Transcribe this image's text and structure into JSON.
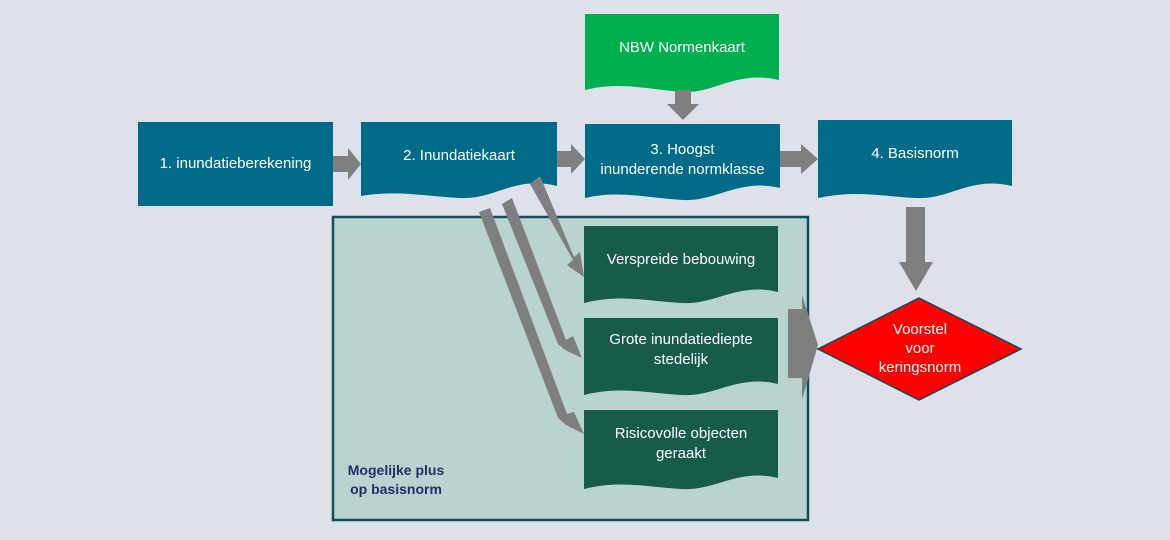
{
  "nodes": {
    "normenkaart": "NBW Normenkaart",
    "step1": "1. inundatieberekening",
    "step2": "2. Inundatiekaart",
    "step3_line1": "3. Hoogst",
    "step3_line2": "inunderende normklasse",
    "step4": "4. Basisnorm",
    "verspreide": "Verspreide bebouwing",
    "grote_line1": "Grote inundatiediepte",
    "grote_line2": "stedelijk",
    "risico_line1": "Risicovolle objecten",
    "risico_line2": "geraakt",
    "voorstel_line1": "Voorstel",
    "voorstel_line2": "voor",
    "voorstel_line3": "keringsnorm"
  },
  "group": {
    "label_line1": "Mogelijke plus",
    "label_line2": "op basisnorm"
  },
  "colors": {
    "background": "#dee1e9",
    "process_blue": "#006b88",
    "source_green": "#00b050",
    "criteria_dark_green": "#175c48",
    "group_fill": "#b9d3cf",
    "group_border": "#0f4d5f",
    "decision_red": "#ff0000",
    "arrow_gray": "#7f7f7f",
    "group_label": "#1f2f6b"
  }
}
